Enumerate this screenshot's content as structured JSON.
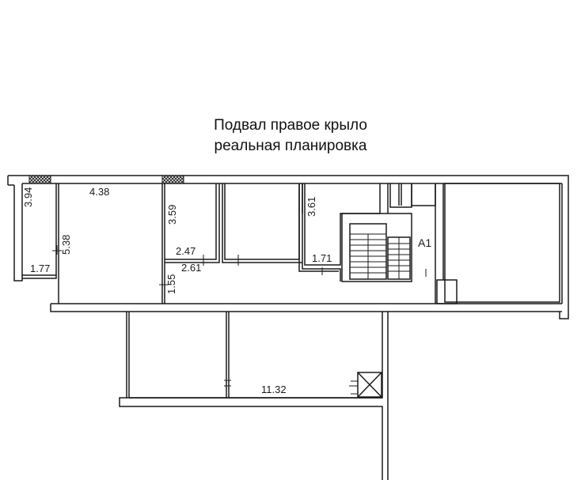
{
  "title": {
    "line1": "Подвал правое крыло",
    "line2": "реальная планировка"
  },
  "dimensions": {
    "d394": "3.94",
    "d438": "4.38",
    "d538": "5.38",
    "d177": "1.77",
    "d359": "3.59",
    "d247": "2.47",
    "d261": "2.61",
    "d155": "1.55",
    "d361": "3.61",
    "d171": "1.71",
    "d1132": "11.32"
  },
  "labels": {
    "a1": "A1"
  },
  "colors": {
    "wall": "#1a1a1a",
    "background": "#ffffff"
  }
}
